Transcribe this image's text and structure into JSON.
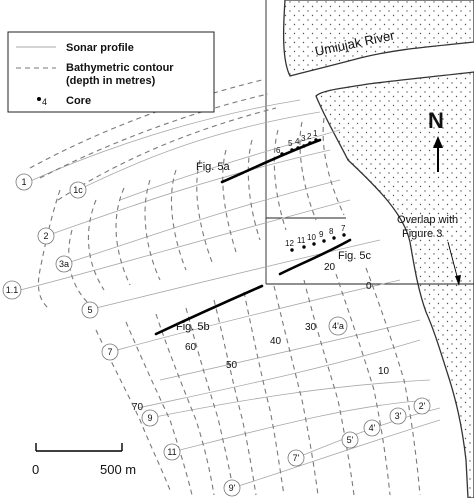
{
  "legend": {
    "sonar_profile": "Sonar profile",
    "contour_line1": "Bathymetric contour",
    "contour_line2": "(depth in metres)",
    "core": "Core",
    "core_sample": "4"
  },
  "river_name": "Umiujak River",
  "north": "N",
  "overlap": {
    "line1": "Overlap with",
    "line2": "Figure 3"
  },
  "figure_labels": {
    "fig5a": "Fig. 5a",
    "fig5b": "Fig. 5b",
    "fig5c": "Fig. 5c"
  },
  "cores_5a": [
    "6",
    "5",
    "4",
    "3",
    "2",
    "1"
  ],
  "cores_5c": [
    "12",
    "11",
    "10",
    "9",
    "8",
    "7"
  ],
  "profiles": [
    "1",
    "1c",
    "2",
    "3a",
    "1.1",
    "5",
    "7",
    "9",
    "11",
    "9'",
    "7'",
    "5'",
    "4'",
    "3'",
    "2'",
    "4'a"
  ],
  "depths": [
    "0",
    "10",
    "20",
    "30",
    "40",
    "50",
    "60",
    "70"
  ],
  "scale": {
    "start": "0",
    "end": "500 m"
  }
}
